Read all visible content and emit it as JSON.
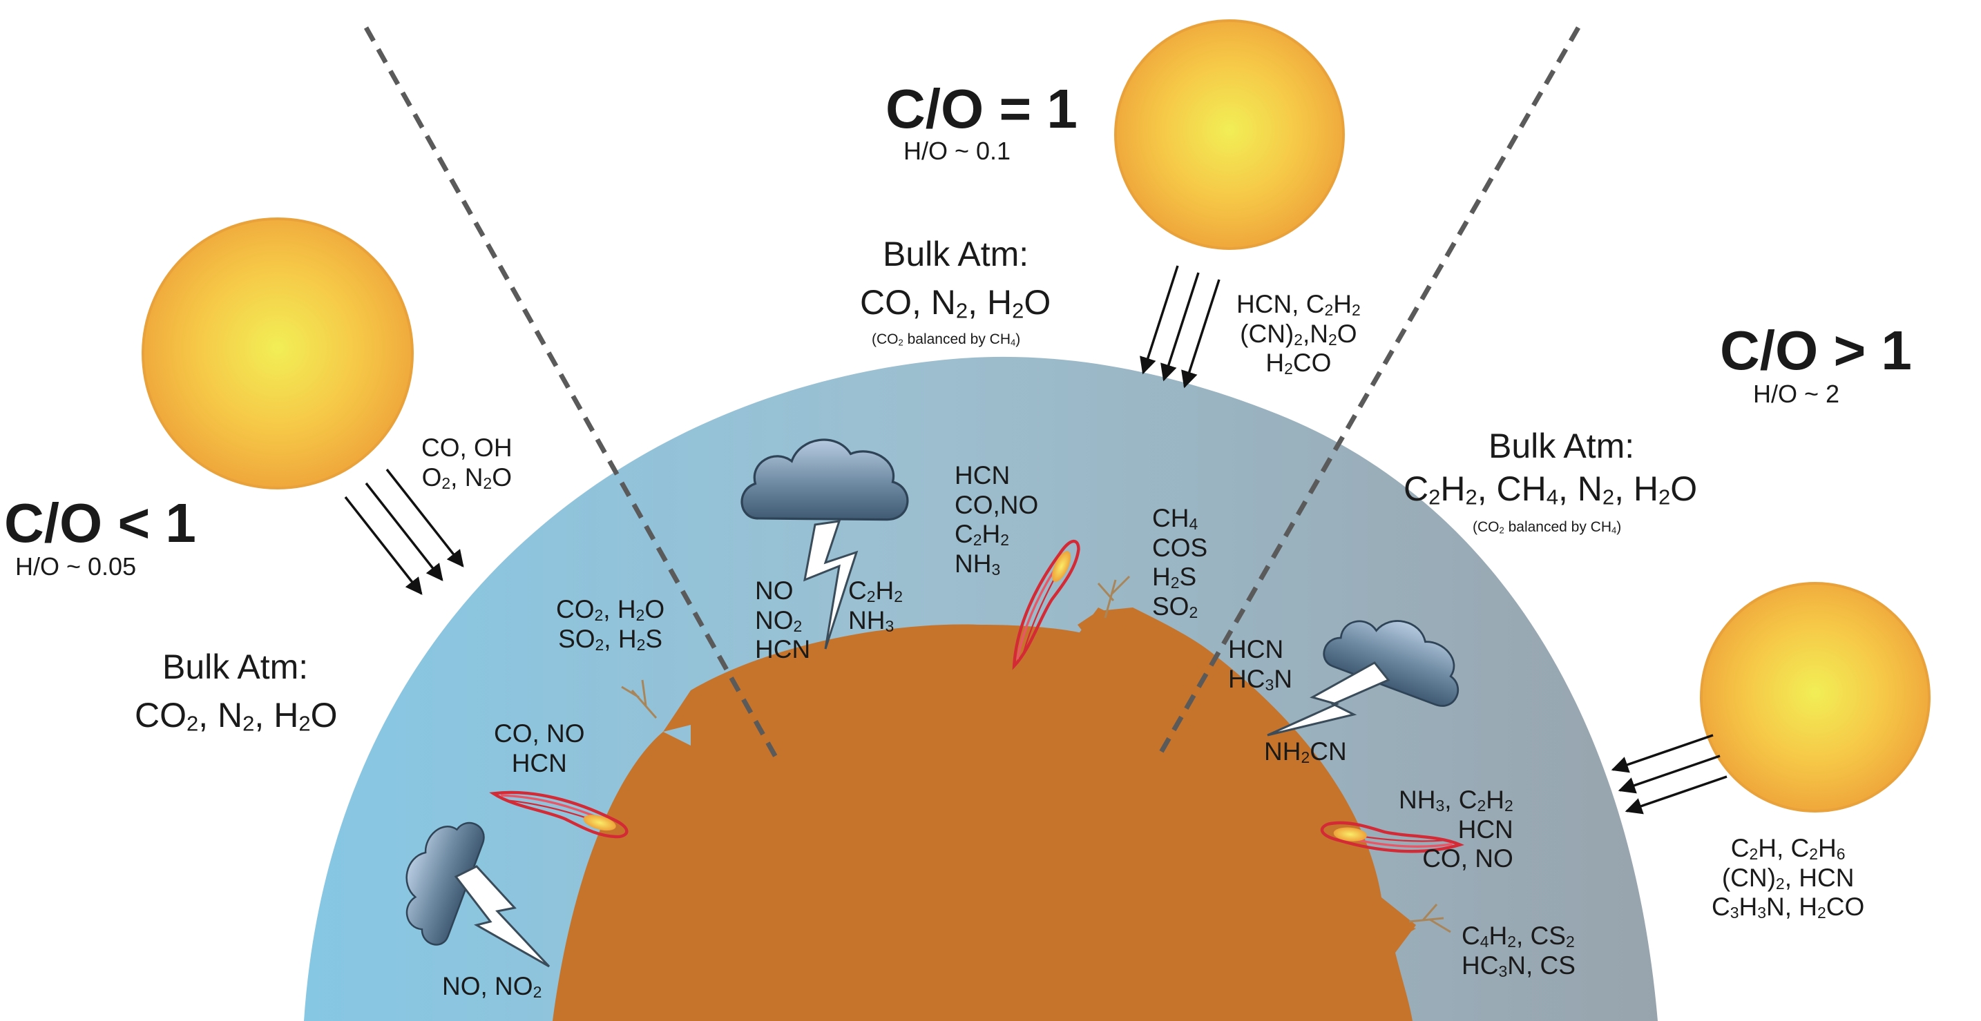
{
  "regions": {
    "left": {
      "ratio": "C/O < 1",
      "h_ratio": "H/O ~ 0.05",
      "bulk_title": "Bulk Atm:",
      "bulk_species": "CO2, N2, H2O",
      "photo_products": [
        "CO, OH",
        "O2, N2O"
      ],
      "surface_products": [
        "CO2, H2O",
        "SO2, H2S"
      ],
      "impact_products": [
        "CO, NO",
        "HCN"
      ],
      "lightning_products": [
        "NO, NO2"
      ]
    },
    "middle": {
      "ratio": "C/O = 1",
      "h_ratio": "H/O ~ 0.1",
      "bulk_title": "Bulk Atm:",
      "bulk_species": "CO, N2, H2O",
      "bulk_note": "(CO2 balanced by CH4)",
      "photo_products": [
        "HCN, C2H2",
        "(CN)2,N2O",
        "H2CO"
      ],
      "lightning_products_left": [
        "NO",
        "NO2",
        "HCN"
      ],
      "lightning_products_right": [
        "C2H2",
        "NH3"
      ],
      "impact_products": [
        "HCN",
        "CO,NO",
        "C2H2",
        "NH3"
      ],
      "surface_products": [
        "CH4",
        "COS",
        "H2S",
        "SO2"
      ]
    },
    "right": {
      "ratio": "C/O > 1",
      "h_ratio": "H/O ~ 2",
      "bulk_title": "Bulk Atm:",
      "bulk_species": "C2H2, CH4, N2, H2O",
      "bulk_note": "(CO2 balanced by CH4)",
      "lightning_products": [
        "HCN",
        "HC3N",
        "NH2CN"
      ],
      "impact_products": [
        "NH3, C2H2",
        "HCN",
        "CO, NO"
      ],
      "surface_products": [
        "C4H2, CS2",
        "HC3N, CS"
      ],
      "photo_products": [
        "C2H, C2H6",
        "(CN)2, HCN",
        "C3H3N, H2CO"
      ]
    }
  },
  "colors": {
    "atmosphere_left": "#8cc4dd",
    "atmosphere_right": "#96a3ab",
    "planet": "#c8772e",
    "sun": "#f4b53e",
    "sun_core": "#f2ec55",
    "cloud": "#5f7e96",
    "meteor_trail": "#d42a36",
    "meteor_core": "#f6cf45"
  },
  "icons": [
    "sun-icon",
    "cloud-icon",
    "lightning-icon",
    "meteor-icon",
    "volcano-icon",
    "arrow-icon"
  ]
}
